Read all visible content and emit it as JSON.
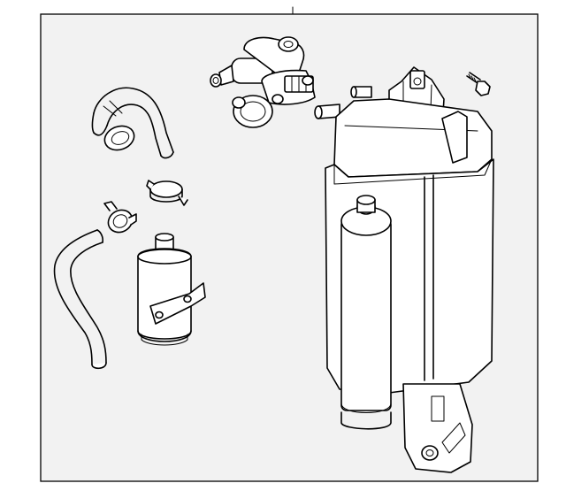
{
  "diagram": {
    "background_color": "#ffffff",
    "panel_fill_color": "#f2f2f2",
    "line_color": "#000000",
    "parts": [
      {
        "id": "vapor-hose-upper",
        "icon": "bent-hose"
      },
      {
        "id": "purge-valve",
        "icon": "solenoid-valve"
      },
      {
        "id": "mounting-bolt",
        "icon": "bolt"
      },
      {
        "id": "hose-clamp-upper",
        "icon": "spring-clamp"
      },
      {
        "id": "hose-clamp-lower",
        "icon": "spring-clamp"
      },
      {
        "id": "vapor-hose-lower",
        "icon": "bent-hose"
      },
      {
        "id": "filter",
        "icon": "cylindrical-filter"
      },
      {
        "id": "charcoal-canister",
        "icon": "canister-assembly"
      }
    ]
  }
}
